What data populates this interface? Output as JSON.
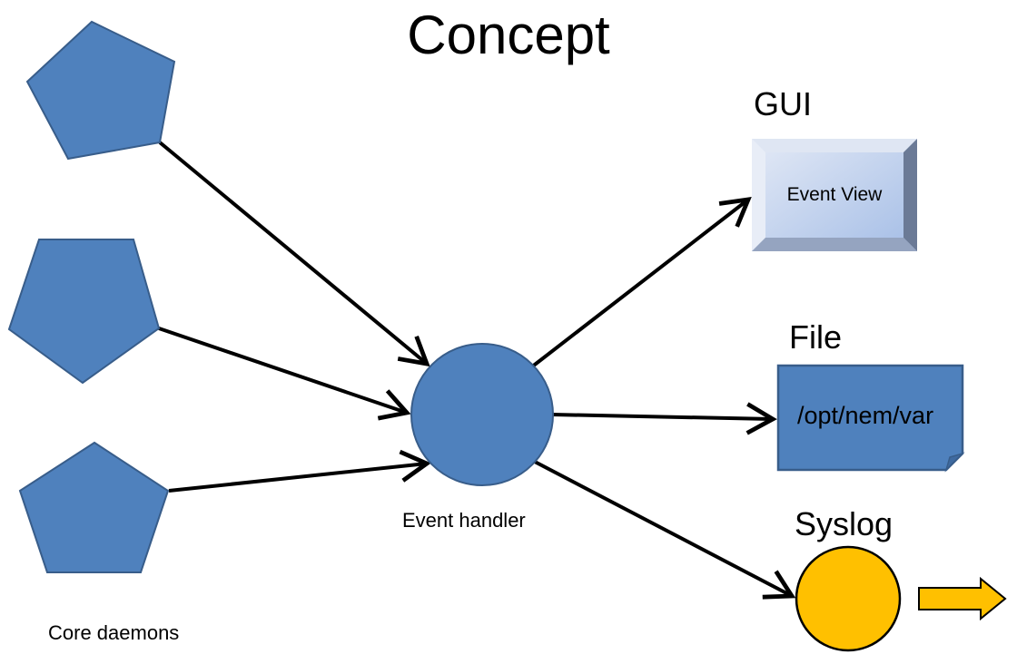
{
  "title": "Concept",
  "sources": {
    "label": "Core daemons",
    "count": 3,
    "color": "#4f81bd"
  },
  "handler": {
    "label": "Event handler",
    "color": "#4f81bd"
  },
  "outputs": {
    "gui": {
      "heading": "GUI",
      "text": "Event View"
    },
    "file": {
      "heading": "File",
      "text": "/opt/nem/var",
      "color": "#4f81bd"
    },
    "syslog": {
      "heading": "Syslog",
      "color": "#ffc000"
    }
  }
}
